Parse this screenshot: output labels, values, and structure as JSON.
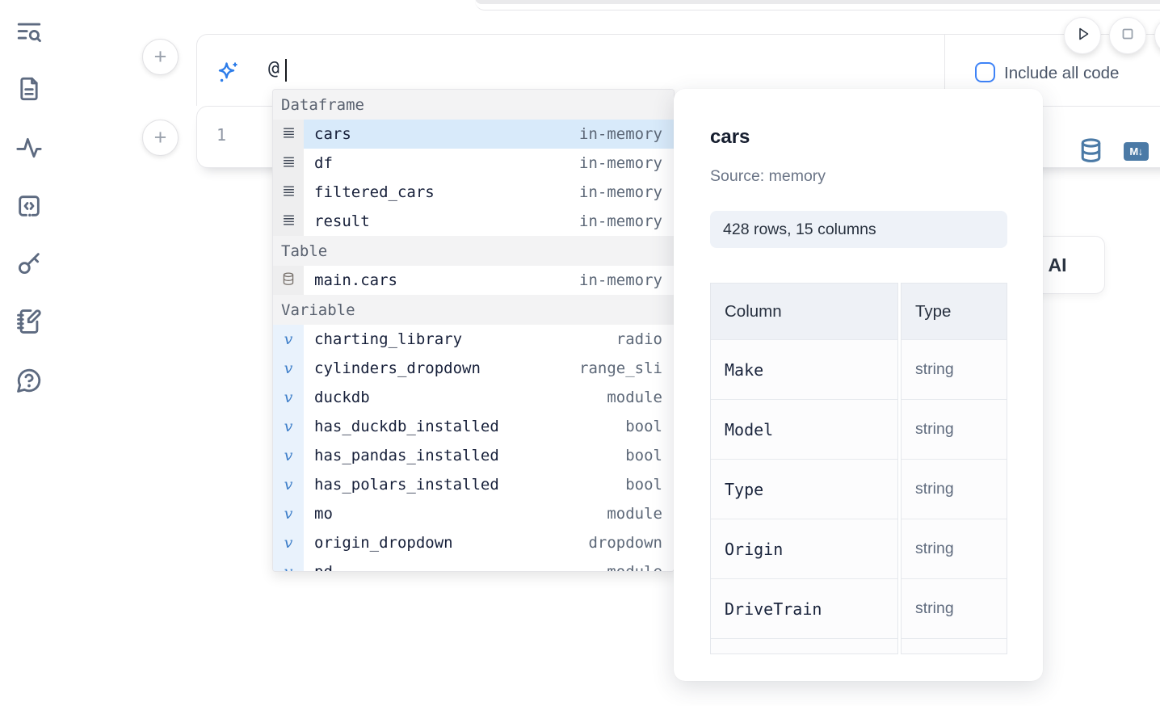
{
  "colors": {
    "accent_blue": "#3e83f7",
    "sparkle_blue": "#2e7de9",
    "steel_icon_blue": "#4b7aa6",
    "selected_row_bg": "#d8eafa",
    "variable_gutter_bg": "#e9f2fc",
    "section_header_bg": "#f3f3f4",
    "badge_bg": "#eef2f8",
    "code_text": "#17203a",
    "muted_text": "#5d6878"
  },
  "sidebar": {
    "items": [
      {
        "icon": "text-search-icon"
      },
      {
        "icon": "file-icon"
      },
      {
        "icon": "activity-icon"
      },
      {
        "icon": "snippets-icon"
      },
      {
        "icon": "key-icon"
      },
      {
        "icon": "scratchpad-icon"
      },
      {
        "icon": "help-icon"
      }
    ]
  },
  "ai_cell": {
    "prompt_value": "@",
    "include_checkbox_label": "Include all code"
  },
  "code_cell": {
    "line_number": "1"
  },
  "ai_card": {
    "visible_label": "l AI"
  },
  "autocomplete": {
    "sections": [
      {
        "label": "Dataframe",
        "kind": "dataframe",
        "items": [
          {
            "name": "cars",
            "type": "in-memory",
            "selected": true
          },
          {
            "name": "df",
            "type": "in-memory"
          },
          {
            "name": "filtered_cars",
            "type": "in-memory"
          },
          {
            "name": "result",
            "type": "in-memory"
          }
        ]
      },
      {
        "label": "Table",
        "kind": "table",
        "items": [
          {
            "name": "main.cars",
            "type": "in-memory"
          }
        ]
      },
      {
        "label": "Variable",
        "kind": "variable",
        "items": [
          {
            "name": "charting_library",
            "type": "radio"
          },
          {
            "name": "cylinders_dropdown",
            "type": "range_sli"
          },
          {
            "name": "duckdb",
            "type": "module"
          },
          {
            "name": "has_duckdb_installed",
            "type": "bool"
          },
          {
            "name": "has_pandas_installed",
            "type": "bool"
          },
          {
            "name": "has_polars_installed",
            "type": "bool"
          },
          {
            "name": "mo",
            "type": "module"
          },
          {
            "name": "origin_dropdown",
            "type": "dropdown"
          },
          {
            "name": "pd",
            "type": "module",
            "clipped": true
          }
        ]
      }
    ]
  },
  "preview": {
    "title": "cars",
    "source": "Source: memory",
    "shape": "428 rows, 15 columns",
    "table": {
      "headers": [
        "Column",
        "Type"
      ],
      "rows": [
        [
          "Make",
          "string"
        ],
        [
          "Model",
          "string"
        ],
        [
          "Type",
          "string"
        ],
        [
          "Origin",
          "string"
        ],
        [
          "DriveTrain",
          "string"
        ]
      ],
      "clipped_row": true
    }
  }
}
